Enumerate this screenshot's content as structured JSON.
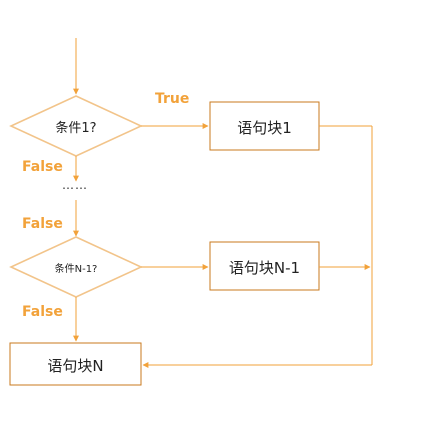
{
  "flowchart": {
    "condition_1": "条件1?",
    "condition_n_minus_1": "条件N-1?",
    "block_1": "语句块1",
    "block_n_minus_1": "语句块N-1",
    "block_n": "语句块N",
    "true_label": "True",
    "false_label_1": "False",
    "false_label_2": "False",
    "false_label_3": "False",
    "ellipsis": "……",
    "colors": {
      "line": "#f2a23a",
      "diamond_stroke": "#f2c48a",
      "box_stroke": "#c97a1e",
      "text": "#222222"
    }
  }
}
